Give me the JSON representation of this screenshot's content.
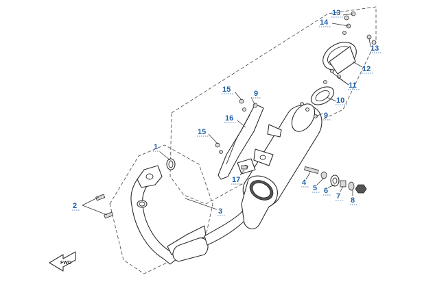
{
  "callouts": {
    "c1": "1",
    "c2": "2",
    "c3": "3",
    "c4": "4",
    "c5": "5",
    "c6": "6",
    "c7": "7",
    "c8": "8",
    "c9a": "9",
    "c9b": "9",
    "c10": "10",
    "c11": "11",
    "c12": "12",
    "c13a": "13",
    "c13b": "13",
    "c14": "14",
    "c15a": "15",
    "c15b": "15",
    "c16": "16",
    "c17": "17"
  },
  "fwd_label": "FWD",
  "colors": {
    "callout": "#1f5fa8",
    "line": "#2b2b2b"
  }
}
